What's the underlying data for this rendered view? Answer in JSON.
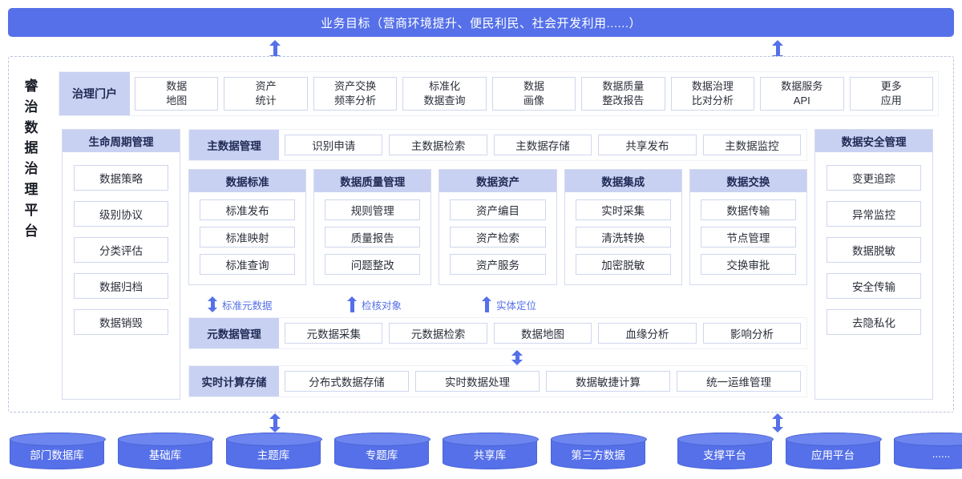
{
  "banner": {
    "title": "业务目标（营商环境提升、便民利民、社会开发利用......）"
  },
  "platform": {
    "vertical_title": "睿治数据治理平台",
    "vertical_chars": [
      "睿",
      "治",
      "数",
      "据",
      "治",
      "理",
      "平",
      "台"
    ]
  },
  "portal": {
    "title": "治理门户",
    "items": [
      {
        "line1": "数据",
        "line2": "地图"
      },
      {
        "line1": "资产",
        "line2": "统计"
      },
      {
        "line1": "资产交换",
        "line2": "频率分析"
      },
      {
        "line1": "标准化",
        "line2": "数据查询"
      },
      {
        "line1": "数据",
        "line2": "画像"
      },
      {
        "line1": "数据质量",
        "line2": "整改报告"
      },
      {
        "line1": "数据治理",
        "line2": "比对分析"
      },
      {
        "line1": "数据服务",
        "line2": "API"
      },
      {
        "line1": "更多",
        "line2": "应用"
      }
    ]
  },
  "lifecycle": {
    "title": "生命周期管理",
    "items": [
      "数据策略",
      "级别协议",
      "分类评估",
      "数据归档",
      "数据销毁"
    ]
  },
  "security": {
    "title": "数据安全管理",
    "items": [
      "变更追踪",
      "异常监控",
      "数据脱敏",
      "安全传输",
      "去隐私化"
    ]
  },
  "master_data": {
    "title": "主数据管理",
    "items": [
      "识别申请",
      "主数据检索",
      "主数据存储",
      "共享发布",
      "主数据监控"
    ]
  },
  "domains": [
    {
      "title": "数据标准",
      "items": [
        "标准发布",
        "标准映射",
        "标准查询"
      ]
    },
    {
      "title": "数据质量管理",
      "items": [
        "规则管理",
        "质量报告",
        "问题整改"
      ]
    },
    {
      "title": "数据资产",
      "items": [
        "资产编目",
        "资产检索",
        "资产服务"
      ]
    },
    {
      "title": "数据集成",
      "items": [
        "实时采集",
        "清洗转换",
        "加密脱敏"
      ]
    },
    {
      "title": "数据交换",
      "items": [
        "数据传输",
        "节点管理",
        "交换审批"
      ]
    }
  ],
  "flow_labels": [
    {
      "text": "标准元数据",
      "direction": "both"
    },
    {
      "text": "检核对象",
      "direction": "up"
    },
    {
      "text": "实体定位",
      "direction": "up"
    }
  ],
  "metadata": {
    "title": "元数据管理",
    "items": [
      "元数据采集",
      "元数据检索",
      "数据地图",
      "血缘分析",
      "影响分析"
    ]
  },
  "realtime": {
    "title": "实时计算存储",
    "items": [
      "分布式数据存储",
      "实时数据处理",
      "数据敏捷计算",
      "统一运维管理"
    ]
  },
  "sources_left": [
    "部门数据库",
    "基础库",
    "主题库",
    "专题库",
    "共享库",
    "第三方数据"
  ],
  "sources_right": [
    "支撑平台",
    "应用平台",
    "......"
  ],
  "colors": {
    "brand": "#5570e8",
    "header_bg": "#c9d1f2",
    "cell_border": "#cfd6ee"
  }
}
